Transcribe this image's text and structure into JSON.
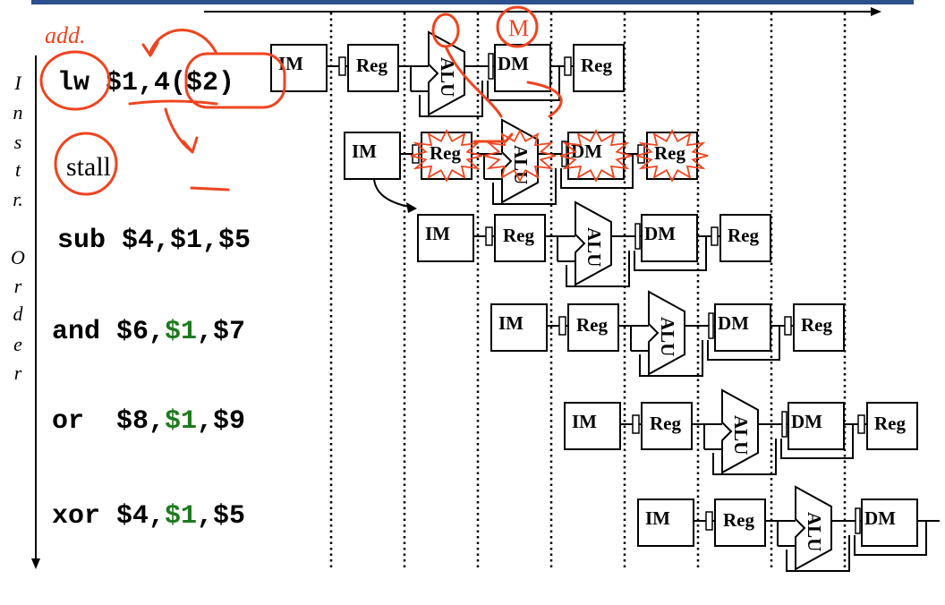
{
  "axis_label_letters": [
    "I",
    "n",
    "s",
    "t",
    "r.",
    "O",
    "r",
    "d",
    "e",
    "r"
  ],
  "stage_labels": {
    "im": "IM",
    "reg": "Reg",
    "alu": "ALU",
    "dm": "DM"
  },
  "instructions": [
    {
      "op": "lw",
      "args": [
        {
          "t": " $1,4($2)"
        }
      ]
    },
    {
      "op": "stall",
      "args": []
    },
    {
      "op": "sub",
      "args": [
        {
          "t": " $4,$1,$5"
        }
      ]
    },
    {
      "op": "and",
      "args": [
        {
          "t": " $6,"
        },
        {
          "t": "$1",
          "hl": true
        },
        {
          "t": ",$7"
        }
      ]
    },
    {
      "op": "or",
      "args": [
        {
          "t": "  $8,"
        },
        {
          "t": "$1",
          "hl": true
        },
        {
          "t": ",$9"
        }
      ]
    },
    {
      "op": "xor",
      "args": [
        {
          "t": " $4,"
        },
        {
          "t": "$1",
          "hl": true
        },
        {
          "t": ",$5"
        }
      ]
    }
  ],
  "annotations": {
    "add": "add.",
    "m": "M"
  },
  "colors": {
    "accent_blue": "#2c4f8e",
    "highlight_green": "#1e7a1e",
    "annotation_red": "#f0441f"
  }
}
